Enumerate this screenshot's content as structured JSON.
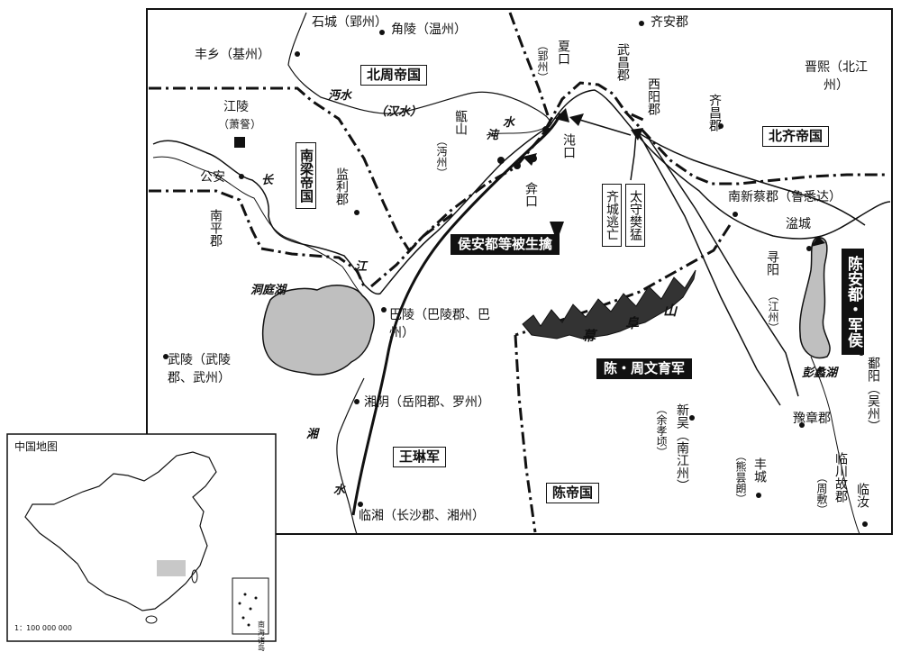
{
  "colors": {
    "line": "#111111",
    "lake_fill": "#bfbfbf",
    "inset_highlight": "#c8c8c8"
  },
  "icons": [
    "city-square-marker",
    "town-dot-marker",
    "movement-arrow"
  ],
  "states": {
    "north_zhou": "北周帝国",
    "north_qi": "北齐帝国",
    "south_liang": "南梁帝国",
    "chen": "陈帝国"
  },
  "places": {
    "shicheng": "石城（郢州）",
    "jiaoling": "角陵（温州）",
    "qian_jun": "齐安郡",
    "fengxiang": "丰乡（基州）",
    "xiakou": "夏口",
    "xiakou_sub": "（郢州）",
    "wuchang": "武昌郡",
    "xiyang": "西阳郡",
    "jinxi": "晋熙（北江州）",
    "qichang": "齐昌郡",
    "jiangling": "江陵",
    "jiangling_sub": "（萧詧）",
    "zhenshan": "甑山",
    "zhenshan_sub": "（沔州）",
    "dunkou": "沌口",
    "gongan": "公安",
    "nanping": "南平郡",
    "jianli": "监利郡",
    "qikou": "弇口",
    "nan_xincai": "南新蔡郡（鲁悉达）",
    "pencheng": "湓城",
    "xunyang": "寻阳",
    "xunyang_sub": "（江州）",
    "baling": "巴陵（巴陵郡、巴州）",
    "wuling": "武陵（武陵郡、武州）",
    "xiangyin": "湘阴（岳阳郡、罗州）",
    "linxiang": "临湘（长沙郡、湘州）",
    "xinwu": "新吴（南江州）",
    "xinwu_sub": "（余孝顷）",
    "yuzhang": "豫章郡",
    "fengcheng": "丰城",
    "fengcheng_sub": "（熊昙朗）",
    "poyang": "鄱阳（吴州）",
    "linru": "临汝",
    "linchuan": "临川故郡",
    "linchuan_sub": "（周敷）"
  },
  "water": {
    "mianshui": "沔水",
    "hanshui": "（汉水）",
    "dunshui_1": "沌",
    "dunshui_2": "水",
    "changjiang_1": "长",
    "changjiang_2": "江",
    "dongting": "洞庭湖",
    "xiangshui_1": "湘",
    "xiangshui_2": "水",
    "pengli": "彭蠡湖"
  },
  "terrain": {
    "mufu_1": "幕",
    "mufu_2": "阜",
    "mufu_3": "山"
  },
  "events": {
    "captured": "侯安都等被生擒",
    "fan_meng": "太守樊猛",
    "qicheng": "齐城逃亡",
    "zhou_wenyu": "陈・周文育军",
    "wang_lin": "王琳军",
    "hou_andu": "陈安都・军侯"
  },
  "inset": {
    "title": "中国地图",
    "scale": "1：100 000 000",
    "south_sea": "南海诸岛"
  }
}
